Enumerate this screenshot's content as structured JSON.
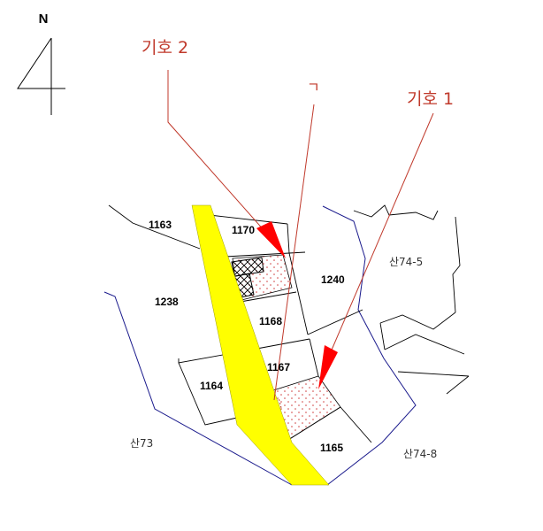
{
  "map": {
    "north": {
      "label": "N"
    },
    "symbols": {
      "symbol_1": "기호 1",
      "symbol_2": "기호 2",
      "corner_mark": "ㄱ"
    },
    "parcels": {
      "p1163": "1163",
      "p1170": "1170",
      "p1238": "1238",
      "p1240": "1240",
      "p1168": "1168",
      "p1167": "1167",
      "p1164": "1164",
      "p1165": "1165"
    },
    "areas": {
      "san73": "산73",
      "san74_5": "산74-5",
      "san74_8": "산74-8"
    },
    "colors": {
      "annotation": "#c0392b",
      "arrow": "#ff0000",
      "road": "#ffff00",
      "boundary_blue": "#1a1a8c",
      "parcel_line": "#000000",
      "dots": "#d04040"
    }
  }
}
